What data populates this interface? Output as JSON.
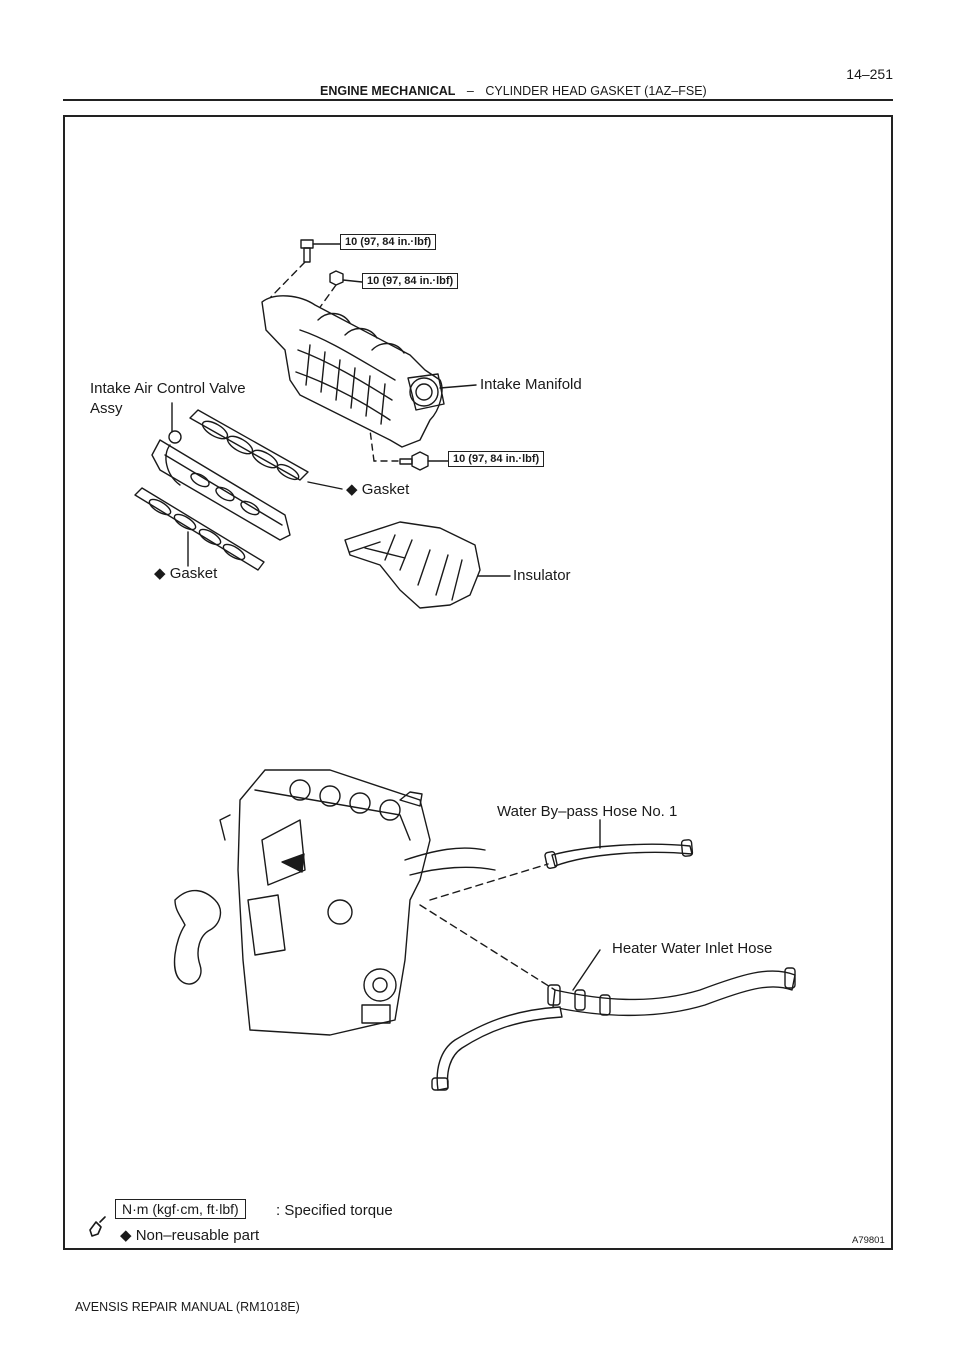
{
  "header": {
    "page_number": "14–251",
    "section": "ENGINE MECHANICAL",
    "separator": "–",
    "subsection": "CYLINDER HEAD GASKET (1AZ–FSE)"
  },
  "diagram": {
    "torque_label": "10 (97, 84 in.·lbf)",
    "labels": {
      "intake_manifold": "Intake Manifold",
      "iacv_line1": "Intake Air Control Valve",
      "iacv_line2": "Assy",
      "gasket_upper": "Gasket",
      "gasket_lower": "Gasket",
      "insulator": "Insulator",
      "bypass_hose": "Water By–pass Hose No. 1",
      "heater_hose": "Heater Water Inlet Hose"
    },
    "non_reusable_symbol": "◆"
  },
  "legend": {
    "torque_unit": "N·m (kgf·cm, ft·lbf)",
    "torque_desc": ": Specified torque",
    "non_reusable": "Non–reusable part",
    "symbol": "◆"
  },
  "figure_number": "A79801",
  "footer": "AVENSIS REPAIR MANUAL   (RM1018E)"
}
